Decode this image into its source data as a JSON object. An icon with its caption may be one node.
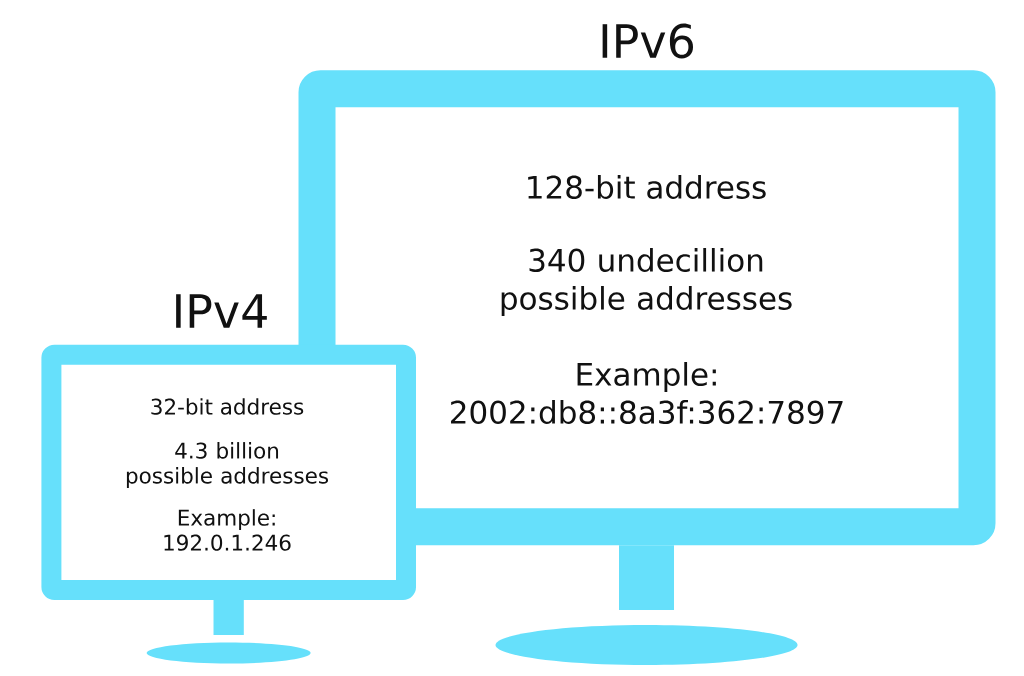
{
  "diagram": {
    "nodes": [
      {
        "text": [
          "IPv6",
          "128-bit address",
          "340 undecillion possible addresses",
          "Example: 2002:db8::8a3f:362:7897"
        ]
      },
      {
        "text": [
          "IPv4",
          "32-bit address",
          "4.3 billion possible addresses",
          "Example: 192.0.1.246"
        ]
      }
    ]
  }
}
